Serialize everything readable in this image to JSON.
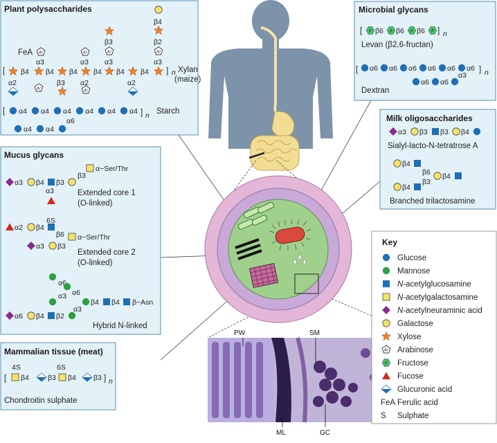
{
  "colors": {
    "glucose": "#1f6fb5",
    "mannose": "#2ea043",
    "glcnac": "#1f6fb5",
    "galnac": "#f4e36a",
    "neu5ac": "#8a2b8d",
    "galactose": "#f4e36a",
    "xylose": "#f0832a",
    "arabinose": "#ffffff",
    "fructose": "#4cbf6a",
    "fucose": "#d7261e",
    "glcA": "#1f6fb5",
    "box_fill": "#e3f1f8",
    "box_stroke": "#5a8fb0",
    "body": "#7d93aa",
    "lumen": "#9fd08c",
    "mucus": "#c9a9d8",
    "outer": "#e4b6d8"
  },
  "plant": {
    "title": "Plant polysaccharides",
    "feA": "FeA",
    "ar": "Ar",
    "xylan_label_1": "Xylan",
    "xylan_label_2": "(maize)",
    "starch_label": "Starch",
    "n": "n",
    "b4": "β4",
    "a3": "α3",
    "a2": "α2",
    "b3": "β3",
    "b2": "β2",
    "a4": "α4",
    "a6": "α6"
  },
  "microbial": {
    "title": "Microbial glycans",
    "levan_label": "Levan (β2,6-fructan)",
    "dextran_label": "Dextran",
    "f": "F",
    "b6": "β6",
    "a6": "α6",
    "a3": "α3",
    "n": "n"
  },
  "milk": {
    "title": "Milk oligosaccharides",
    "sialyl_label": "Sialyl-lacto-N-tetratrose A",
    "branched_label": "Branched trilactosamine",
    "a3": "α3",
    "b3": "β3",
    "b4": "β4",
    "b6": "β6"
  },
  "mucus": {
    "title": "Mucus glycans",
    "ser_thr": "α−Ser/Thr",
    "core1_label_1": "Extended core 1",
    "core1_label_2": "(O-linked)",
    "core2_label_1": "Extended core 2",
    "core2_label_2": "(O-linked)",
    "hybrid_label": "Hybrid N-linked",
    "asn": "β−Asn",
    "six_s": "6S",
    "a3": "α3",
    "a2": "α2",
    "a6": "α6",
    "b3": "β3",
    "b4": "β4",
    "b6": "β6",
    "b2": "β2"
  },
  "mammal": {
    "title": "Mammalian tissue (meat)",
    "label": "Chondroitin sulphate",
    "four_s": "4S",
    "six_s": "6S",
    "b4": "β4",
    "b3": "β3",
    "n": "n"
  },
  "key": {
    "title": "Key",
    "items": [
      {
        "symbol": "glucose",
        "label": "Glucose"
      },
      {
        "symbol": "mannose",
        "label": "Mannose"
      },
      {
        "symbol": "glcnac",
        "label": "N-acetylglucosamine"
      },
      {
        "symbol": "galnac",
        "label": "N-acetylgalactosamine"
      },
      {
        "symbol": "neu5ac",
        "label": "N-acetylneuraminic acid"
      },
      {
        "symbol": "galactose",
        "label": "Galactose"
      },
      {
        "symbol": "xylose",
        "label": "Xylose"
      },
      {
        "symbol": "arabinose",
        "label": "Arabinose"
      },
      {
        "symbol": "fructose",
        "label": "Fructose"
      },
      {
        "symbol": "fucose",
        "label": "Fucose"
      },
      {
        "symbol": "glcA",
        "label": "Glucuronic acid"
      },
      {
        "symbol": "FeA",
        "label": "Ferulic acid"
      },
      {
        "symbol": "S",
        "label": "Sulphate"
      }
    ]
  },
  "micrograph": {
    "pw": "PW",
    "sm": "SM",
    "ml": "ML",
    "gc": "GC"
  }
}
